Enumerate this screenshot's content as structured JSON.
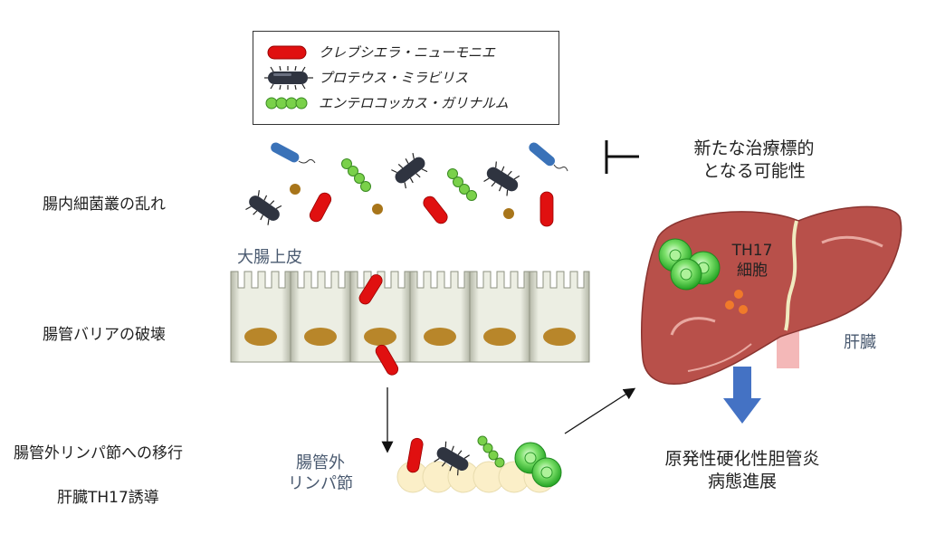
{
  "legend": {
    "items": [
      {
        "label": "クレブシエラ・ニューモニエ",
        "icon": "red-bacterium-icon",
        "color": "#e01010"
      },
      {
        "label": "プロテウス・ミラビリス",
        "icon": "dark-bacterium-icon",
        "color": "#2f3440"
      },
      {
        "label": "エンテロコッカス・ガリナルム",
        "icon": "green-cocci-chain-icon",
        "color": "#7ad14a"
      }
    ]
  },
  "steps": {
    "dysbiosis": "腸内細菌叢の乱れ",
    "barrier": "腸管バリアの破壊",
    "migration": "腸管外リンパ節への移行",
    "induction": "肝臓TH17誘導"
  },
  "labels": {
    "epithelium": "大腸上皮",
    "lymph_line1": "腸管外",
    "lymph_line2": "リンパ節",
    "liver": "肝臓",
    "th17_line1": "TH17",
    "th17_line2": "細胞",
    "target_line1": "新たな治療標的",
    "target_line2": "となる可能性",
    "disease_line1": "原発性硬化性胆管炎",
    "disease_line2": "病態進展"
  },
  "colors": {
    "liver": "#b8504a",
    "epithelium": "#e9eadf",
    "nucleus": "#b8862a",
    "arrow_blue": "#4472c4",
    "th17_green": "#34c234",
    "lymph_node": "#fbefc8"
  }
}
